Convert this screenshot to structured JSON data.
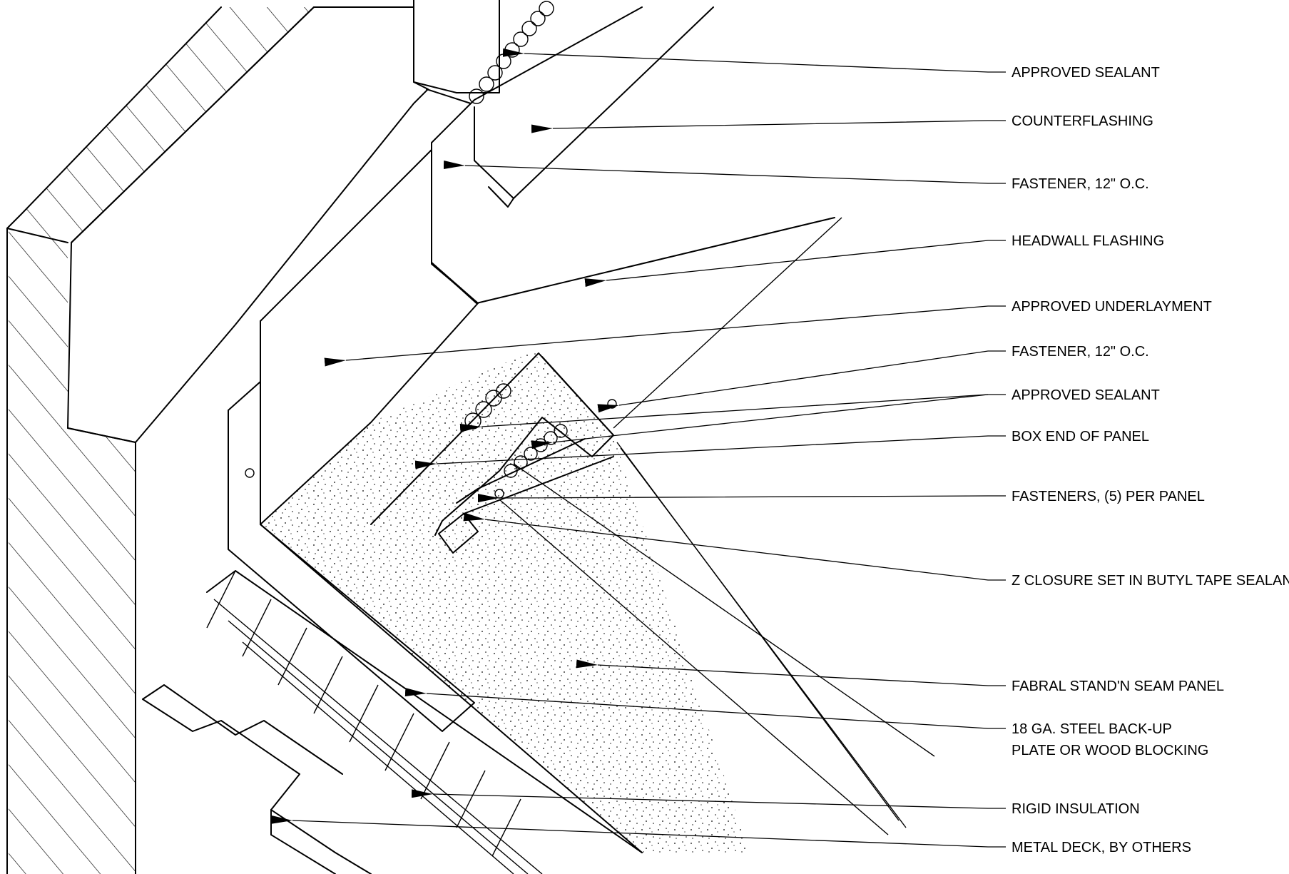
{
  "callouts": [
    {
      "id": "approved-sealant-top",
      "lines": [
        "APPROVED SEALANT"
      ]
    },
    {
      "id": "counterflashing",
      "lines": [
        "COUNTERFLASHING"
      ]
    },
    {
      "id": "fastener-12oc-top",
      "lines": [
        "FASTENER, 12\" O.C."
      ]
    },
    {
      "id": "headwall-flashing",
      "lines": [
        "HEADWALL FLASHING"
      ]
    },
    {
      "id": "approved-underlayment",
      "lines": [
        "APPROVED UNDERLAYMENT"
      ]
    },
    {
      "id": "fastener-12oc-mid",
      "lines": [
        "FASTENER, 12\" O.C."
      ]
    },
    {
      "id": "approved-sealant-mid",
      "lines": [
        "APPROVED SEALANT"
      ]
    },
    {
      "id": "box-end-of-panel",
      "lines": [
        "BOX END OF PANEL"
      ]
    },
    {
      "id": "fasteners-5-per-panel",
      "lines": [
        "FASTENERS, (5) PER PANEL"
      ]
    },
    {
      "id": "z-closure",
      "lines": [
        "Z CLOSURE SET IN BUTYL TAPE SEALANT"
      ]
    },
    {
      "id": "fabral-panel",
      "lines": [
        "FABRAL STAND'N SEAM PANEL"
      ]
    },
    {
      "id": "steel-backup-plate",
      "lines": [
        "18 GA. STEEL BACK-UP",
        "PLATE OR WOOD BLOCKING"
      ]
    },
    {
      "id": "rigid-insulation",
      "lines": [
        "RIGID INSULATION"
      ]
    },
    {
      "id": "metal-deck",
      "lines": [
        "METAL DECK, BY OTHERS"
      ]
    }
  ]
}
